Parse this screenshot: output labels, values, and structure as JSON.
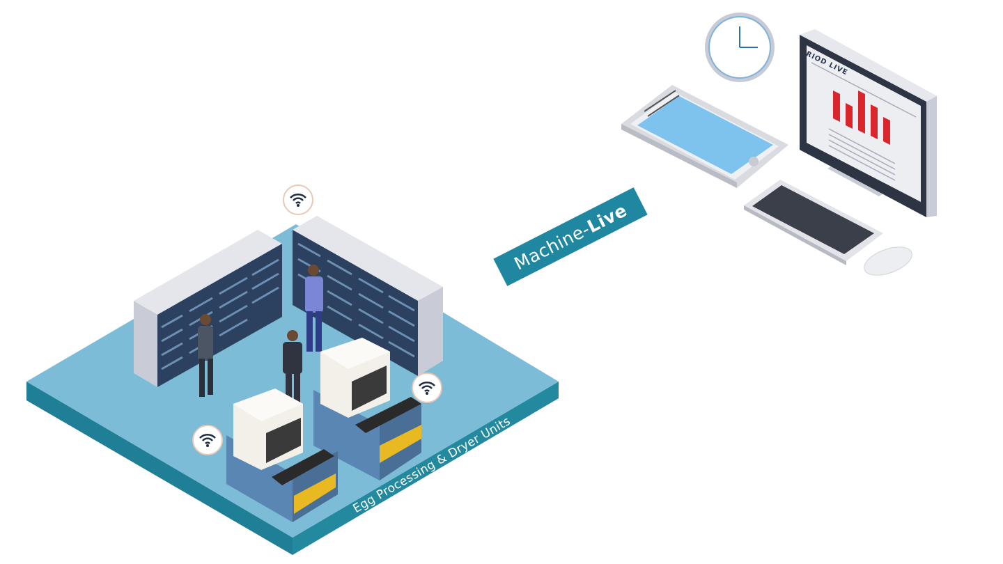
{
  "banner": {
    "prefix": "Machine-",
    "emphasis": "Live"
  },
  "floor_label": "Egg Processing & Dryer Units",
  "monitor": {
    "screen_title": "RIOD LIVE"
  },
  "icons": [
    "wifi-icon",
    "clock-icon",
    "tablet-icon",
    "monitor-icon",
    "keyboard-icon",
    "mouse-icon"
  ],
  "colors": {
    "accent": "#1f87a0",
    "floor": "#7cc0d8",
    "bars": "#d8262c",
    "tablet_screen": "#7ec3ee"
  }
}
